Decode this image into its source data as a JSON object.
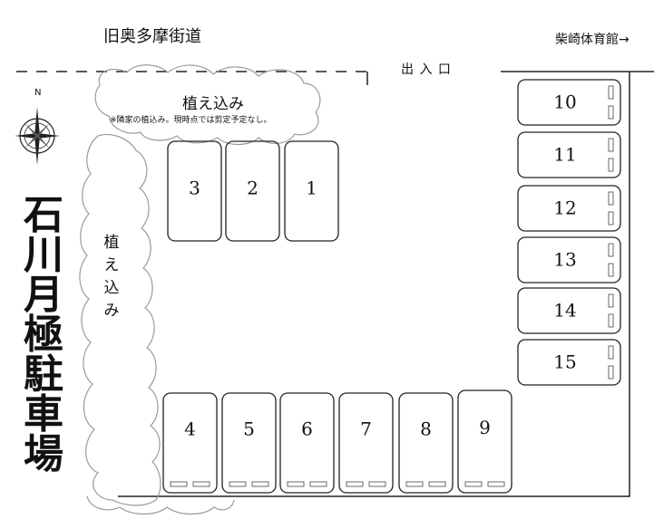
{
  "map": {
    "road_label": "旧奥多摩街道",
    "gym_label": "柴崎体育館→",
    "entrance_label": "出 入 口",
    "compass_north": "N",
    "planting_top_label": "植え込み",
    "planting_top_note": "※隣家の植込み。現時点では剪定予定なし。",
    "planting_left_label": "植え込み",
    "title": "石川月極駐車場"
  },
  "stalls": [
    {
      "number": "1"
    },
    {
      "number": "2"
    },
    {
      "number": "3"
    },
    {
      "number": "4"
    },
    {
      "number": "5"
    },
    {
      "number": "6"
    },
    {
      "number": "7"
    },
    {
      "number": "8"
    },
    {
      "number": "9"
    },
    {
      "number": "10"
    },
    {
      "number": "11"
    },
    {
      "number": "12"
    },
    {
      "number": "13"
    },
    {
      "number": "14"
    },
    {
      "number": "15"
    }
  ],
  "colors": {
    "line": "#222222",
    "planting": "#9a9a9a",
    "background": "#ffffff"
  }
}
